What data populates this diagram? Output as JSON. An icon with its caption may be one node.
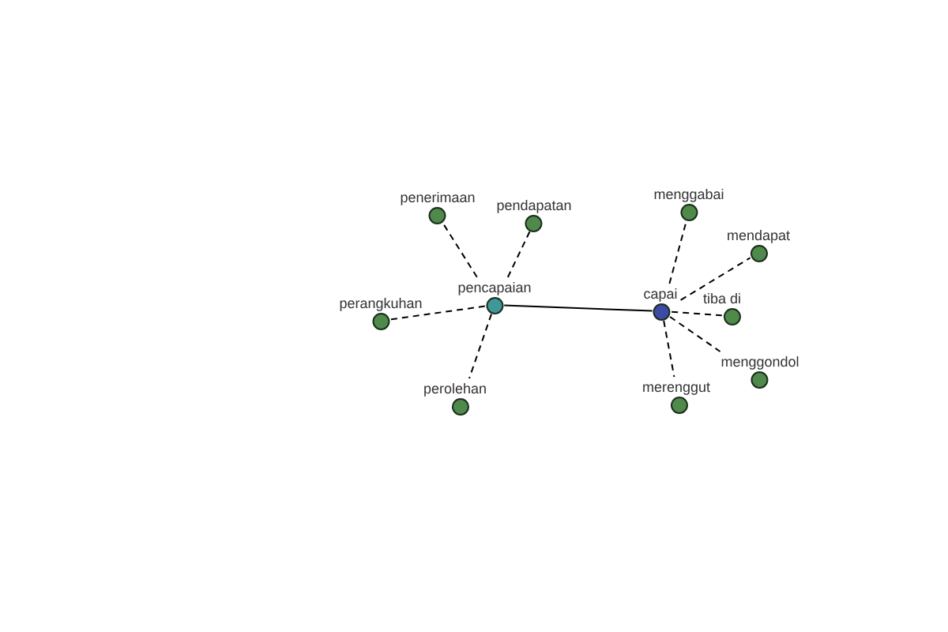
{
  "diagram": {
    "nodes": [
      {
        "text": [
          "pencapaian"
        ]
      },
      {
        "text": [
          "penerimaan"
        ]
      },
      {
        "text": [
          "pendapatan"
        ]
      },
      {
        "text": [
          "perangkuhan"
        ]
      },
      {
        "text": [
          "perolehan"
        ]
      },
      {
        "text": [
          "capai"
        ]
      },
      {
        "text": [
          "menggabai"
        ]
      },
      {
        "text": [
          "mendapat"
        ]
      },
      {
        "text": [
          "tiba di"
        ]
      },
      {
        "text": [
          "menggondol"
        ]
      },
      {
        "text": [
          "merenggut"
        ]
      }
    ],
    "edges": [
      {
        "from": 0,
        "to": 1,
        "arrow": "none",
        "style": "dashed"
      },
      {
        "from": 0,
        "to": 2,
        "arrow": "none",
        "style": "dashed"
      },
      {
        "from": 0,
        "to": 3,
        "arrow": "none",
        "style": "dashed"
      },
      {
        "from": 0,
        "to": 4,
        "arrow": "none",
        "style": "dashed"
      },
      {
        "from": 0,
        "to": 5,
        "arrow": "none"
      },
      {
        "from": 5,
        "to": 6,
        "arrow": "none",
        "style": "dashed"
      },
      {
        "from": 5,
        "to": 7,
        "arrow": "none",
        "style": "dashed"
      },
      {
        "from": 5,
        "to": 8,
        "arrow": "none",
        "style": "dashed"
      },
      {
        "from": 5,
        "to": 9,
        "arrow": "none",
        "style": "dashed"
      },
      {
        "from": 5,
        "to": 10,
        "arrow": "none",
        "style": "dashed"
      }
    ]
  }
}
